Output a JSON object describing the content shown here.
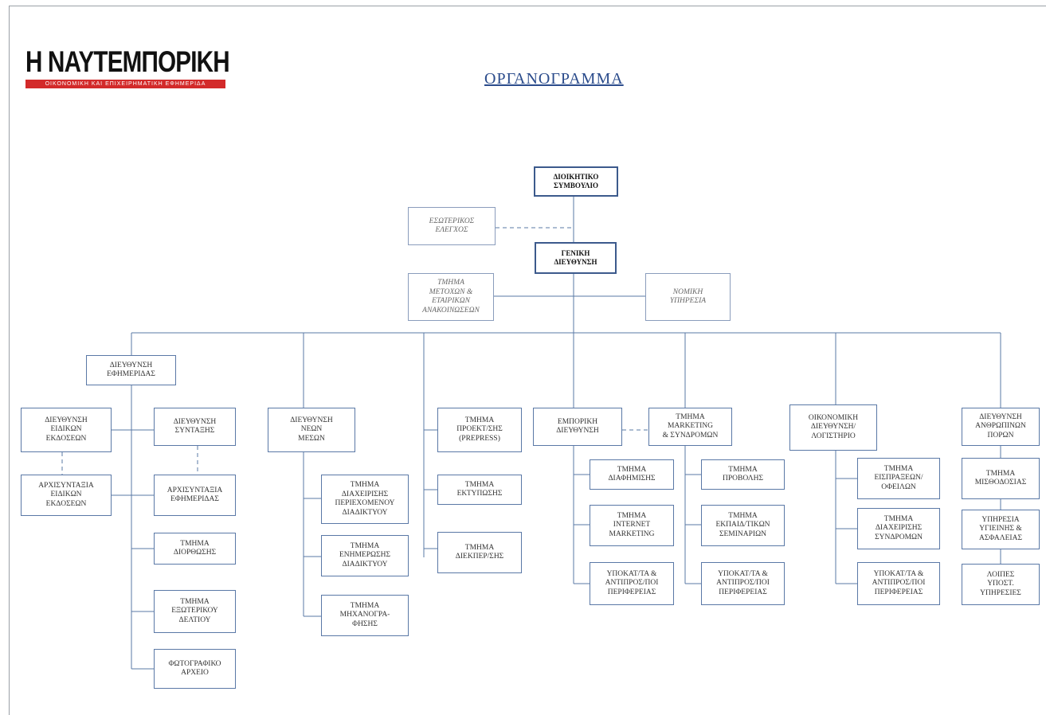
{
  "logo": {
    "name": "Η ΝΑΥΤΕΜΠΟΡΙΚΗ",
    "tagline": "ΟΙΚΟΝΟΜΙΚΗ ΚΑΙ ΕΠΙΧΕΙΡΗΜΑΤΙΚΗ ΕΦΗΜΕΡΙΔΑ"
  },
  "title": "ΟΡΓΑΝΟΓΡΑΜΜΑ",
  "nodes": {
    "board": "ΔΙΟΙΚΗΤΙΚΟ\nΣΥΜΒΟΥΛΙΟ",
    "internal_audit": "ΕΣΩΤΕΡΙΚΟΣ\nΕΛΕΓΧΟΣ",
    "general_management": "ΓΕΝΙΚΗ\nΔΙΕΥΘΥΝΣΗ",
    "shareholders": "ΤΜΗΜΑ\nΜΕΤΟΧΩΝ &\nΕΤΑΙΡΙΚΩΝ\nΑΝΑΚΟΙΝΩΣΕΩΝ",
    "legal": "ΝΟΜΙΚΗ\nΥΠΗΡΕΣΙΑ",
    "newspaper_dir": "ΔΙΕΥΘΥΝΣΗ\nΕΦΗΜΕΡΙΔΑΣ",
    "special_editions_dir": "ΔΙΕΥΘΥΝΣΗ\nΕΙΔΙΚΩΝ\nΕΚΔΟΣΕΩΝ",
    "editorial_dir": "ΔΙΕΥΘΥΝΣΗ\nΣΥΝΤΑΞΗΣ",
    "special_editions_chief": "ΑΡΧΙΣΥΝΤΑΞΙΑ\nΕΙΔΙΚΩΝ\nΕΚΔΟΣΕΩΝ",
    "newspaper_chief": "ΑΡΧΙΣΥΝΤΑΞΙΑ\nΕΦΗΜΕΡΙΔΑΣ",
    "proofreading": "ΤΜΗΜΑ\nΔΙΟΡΘΩΣΗΣ",
    "foreign_desk": "ΤΜΗΜΑ\nΕΞΩΤΕΡΙΚΟΥ\nΔΕΛΤΙΟΥ",
    "photo_archive": "ΦΩΤΟΓΡΑΦΙΚΟ\nΑΡΧΕΙΟ",
    "new_media_dir": "ΔΙΕΥΘΥΝΣΗ\nΝΕΩΝ\nΜΕΣΩΝ",
    "web_content": "ΤΜΗΜΑ\nΔΙΑΧΕΙΡΙΣΗΣ\nΠΕΡΙΕΧΟΜΕΝΟΥ\nΔΙΑΔΙΚΤΥΟΥ",
    "web_update": "ΤΜΗΜΑ\nΕΝΗΜΕΡΩΣΗΣ\nΔΙΑΔΙΚΤΥΟΥ",
    "computing": "ΤΜΗΜΑ\nΜΗΧΑΝΟΓΡΑ-\nΦΗΣΗΣ",
    "prepress": "ΤΜΗΜΑ\nΠΡΟΕΚΤ/ΣΗΣ\n(PREPRESS)",
    "printing": "ΤΜΗΜΑ\nΕΚΤΥΠΩΣΗΣ",
    "dispatch": "ΤΜΗΜΑ\nΔΙΕΚΠΕΡ/ΣΗΣ",
    "commercial_dir": "ΕΜΠΟΡΙΚΗ\nΔΙΕΥΘΥΝΣΗ",
    "advertising": "ΤΜΗΜΑ\nΔΙΑΦΗΜΙΣΗΣ",
    "internet_marketing": "ΤΜΗΜΑ\nINTERNET\nMARKETING",
    "commercial_branches": "ΥΠΟΚΑΤ/ΤΑ &\nΑΝΤΙΠΡΟΣ/ΠΟΙ\nΠΕΡΙΦΕΡΕΙΑΣ",
    "marketing": "ΤΜΗΜΑ\nMARKETING\n& ΣΥΝΔΡΟΜΩΝ",
    "promotion": "ΤΜΗΜΑ\nΠΡΟΒΟΛΗΣ",
    "seminars": "ΤΜΗΜΑ\nΕΚΠΑΙΔ/ΤΙΚΩΝ\nΣΕΜΙΝΑΡΙΩΝ",
    "marketing_branches": "ΥΠΟΚΑΤ/ΤΑ &\nΑΝΤΙΠΡΟΣ/ΠΟΙ\nΠΕΡΙΦΕΡΕΙΑΣ",
    "finance_dir": "ΟΙΚΟΝΟΜΙΚΗ\nΔΙΕΥΘΥΝΣΗ/\nΛΟΓΙΣΤΗΡΙΟ",
    "collections": "ΤΜΗΜΑ\nΕΙΣΠΡΑΞΕΩΝ/\nΟΦΕΙΛΩΝ",
    "subscriptions_mgmt": "ΤΜΗΜΑ\nΔΙΑΧΕΙΡΙΣΗΣ\nΣΥΝΔΡΟΜΩΝ",
    "finance_branches": "ΥΠΟΚΑΤ/ΤΑ &\nΑΝΤΙΠΡΟΣ/ΠΟΙ\nΠΕΡΙΦΕΡΕΙΑΣ",
    "hr_dir": "ΔΙΕΥΘΥΝΣΗ\nΑΝΘΡΩΠΙΝΩΝ\nΠΟΡΩΝ",
    "payroll": "ΤΜΗΜΑ\nΜΙΣΘΟΔΟΣΙΑΣ",
    "health_safety": "ΥΠΗΡΕΣΙΑ\nΥΓΙΕΙΝΗΣ &\nΑΣΦΑΛΕΙΑΣ",
    "other_services": "ΛΟΙΠΕΣ\nΥΠΟΣΤ.\nΥΠΗΡΕΣΙΕΣ"
  }
}
